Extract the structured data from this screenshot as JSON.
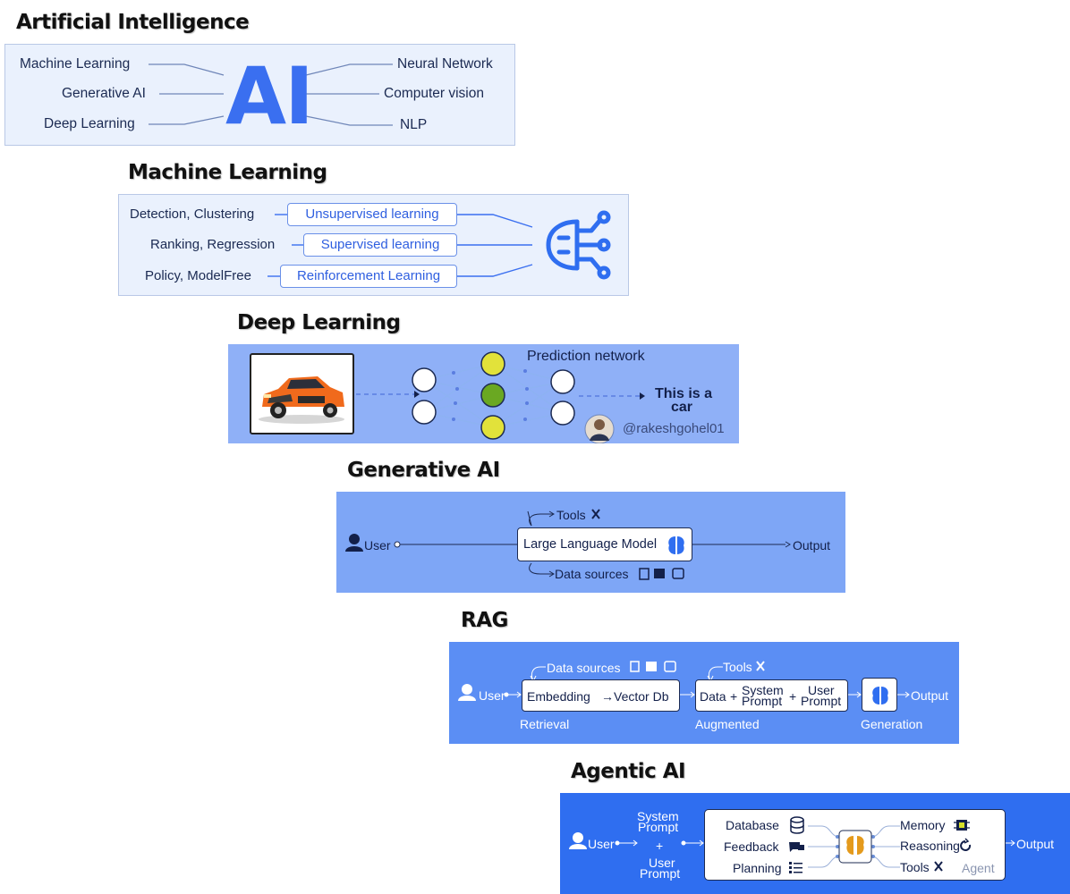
{
  "sections": {
    "ai": {
      "title": "Artificial Intelligence",
      "center": "AI",
      "left": [
        "Machine Learning",
        "Generative AI",
        "Deep Learning"
      ],
      "right": [
        "Neural Network",
        "Computer vision",
        "NLP"
      ]
    },
    "ml": {
      "title": "Machine Learning",
      "rows": [
        {
          "tasks": "Detection, Clustering",
          "type": "Unsupervised learning"
        },
        {
          "tasks": "Ranking,  Regression",
          "type": "Supervised learning"
        },
        {
          "tasks": "Policy,  ModelFree",
          "type": "Reinforcement Learning"
        }
      ]
    },
    "dl": {
      "title": "Deep Learning",
      "network_label": "Prediction network",
      "output_line1": "This is a",
      "output_line2": "car",
      "handle": "@rakeshgohel01"
    },
    "gen": {
      "title": "Generative AI",
      "user": "User",
      "tools": "Tools",
      "model": "Large Language Model",
      "output": "Output",
      "data_sources": "Data sources"
    },
    "rag": {
      "title": "RAG",
      "user": "User",
      "data_sources": "Data sources",
      "embedding": "Embedding",
      "vector_db": "Vector Db",
      "tools": "Tools",
      "data": "Data",
      "system_prompt_1": "System",
      "system_prompt_2": "Prompt",
      "user_prompt_1": "User",
      "user_prompt_2": "Prompt",
      "output": "Output",
      "retrieval": "Retrieval",
      "augmented": "Augmented",
      "generation": "Generation"
    },
    "agentic": {
      "title": "Agentic AI",
      "user": "User",
      "system_prompt_1": "System",
      "system_prompt_2": "Prompt",
      "plus": "+",
      "user_prompt_1": "User",
      "user_prompt_2": "Prompt",
      "database": "Database",
      "feedback": "Feedback",
      "planning": "Planning",
      "memory": "Memory",
      "reasoning": "Reasoning",
      "tools": "Tools",
      "agent": "Agent",
      "output": "Output"
    }
  },
  "colors": {
    "accent_blue": "#3a6ff0",
    "panel_light": "#eaf1fd",
    "dl_panel": "#8fb0f7",
    "gen_panel": "#7ea6f6",
    "rag_panel": "#5b8ef4",
    "agentic_panel": "#2f6ef0",
    "neuron_yellow": "#e2e23a",
    "neuron_green": "#6aa822",
    "brain_orange": "#e49a1c"
  }
}
